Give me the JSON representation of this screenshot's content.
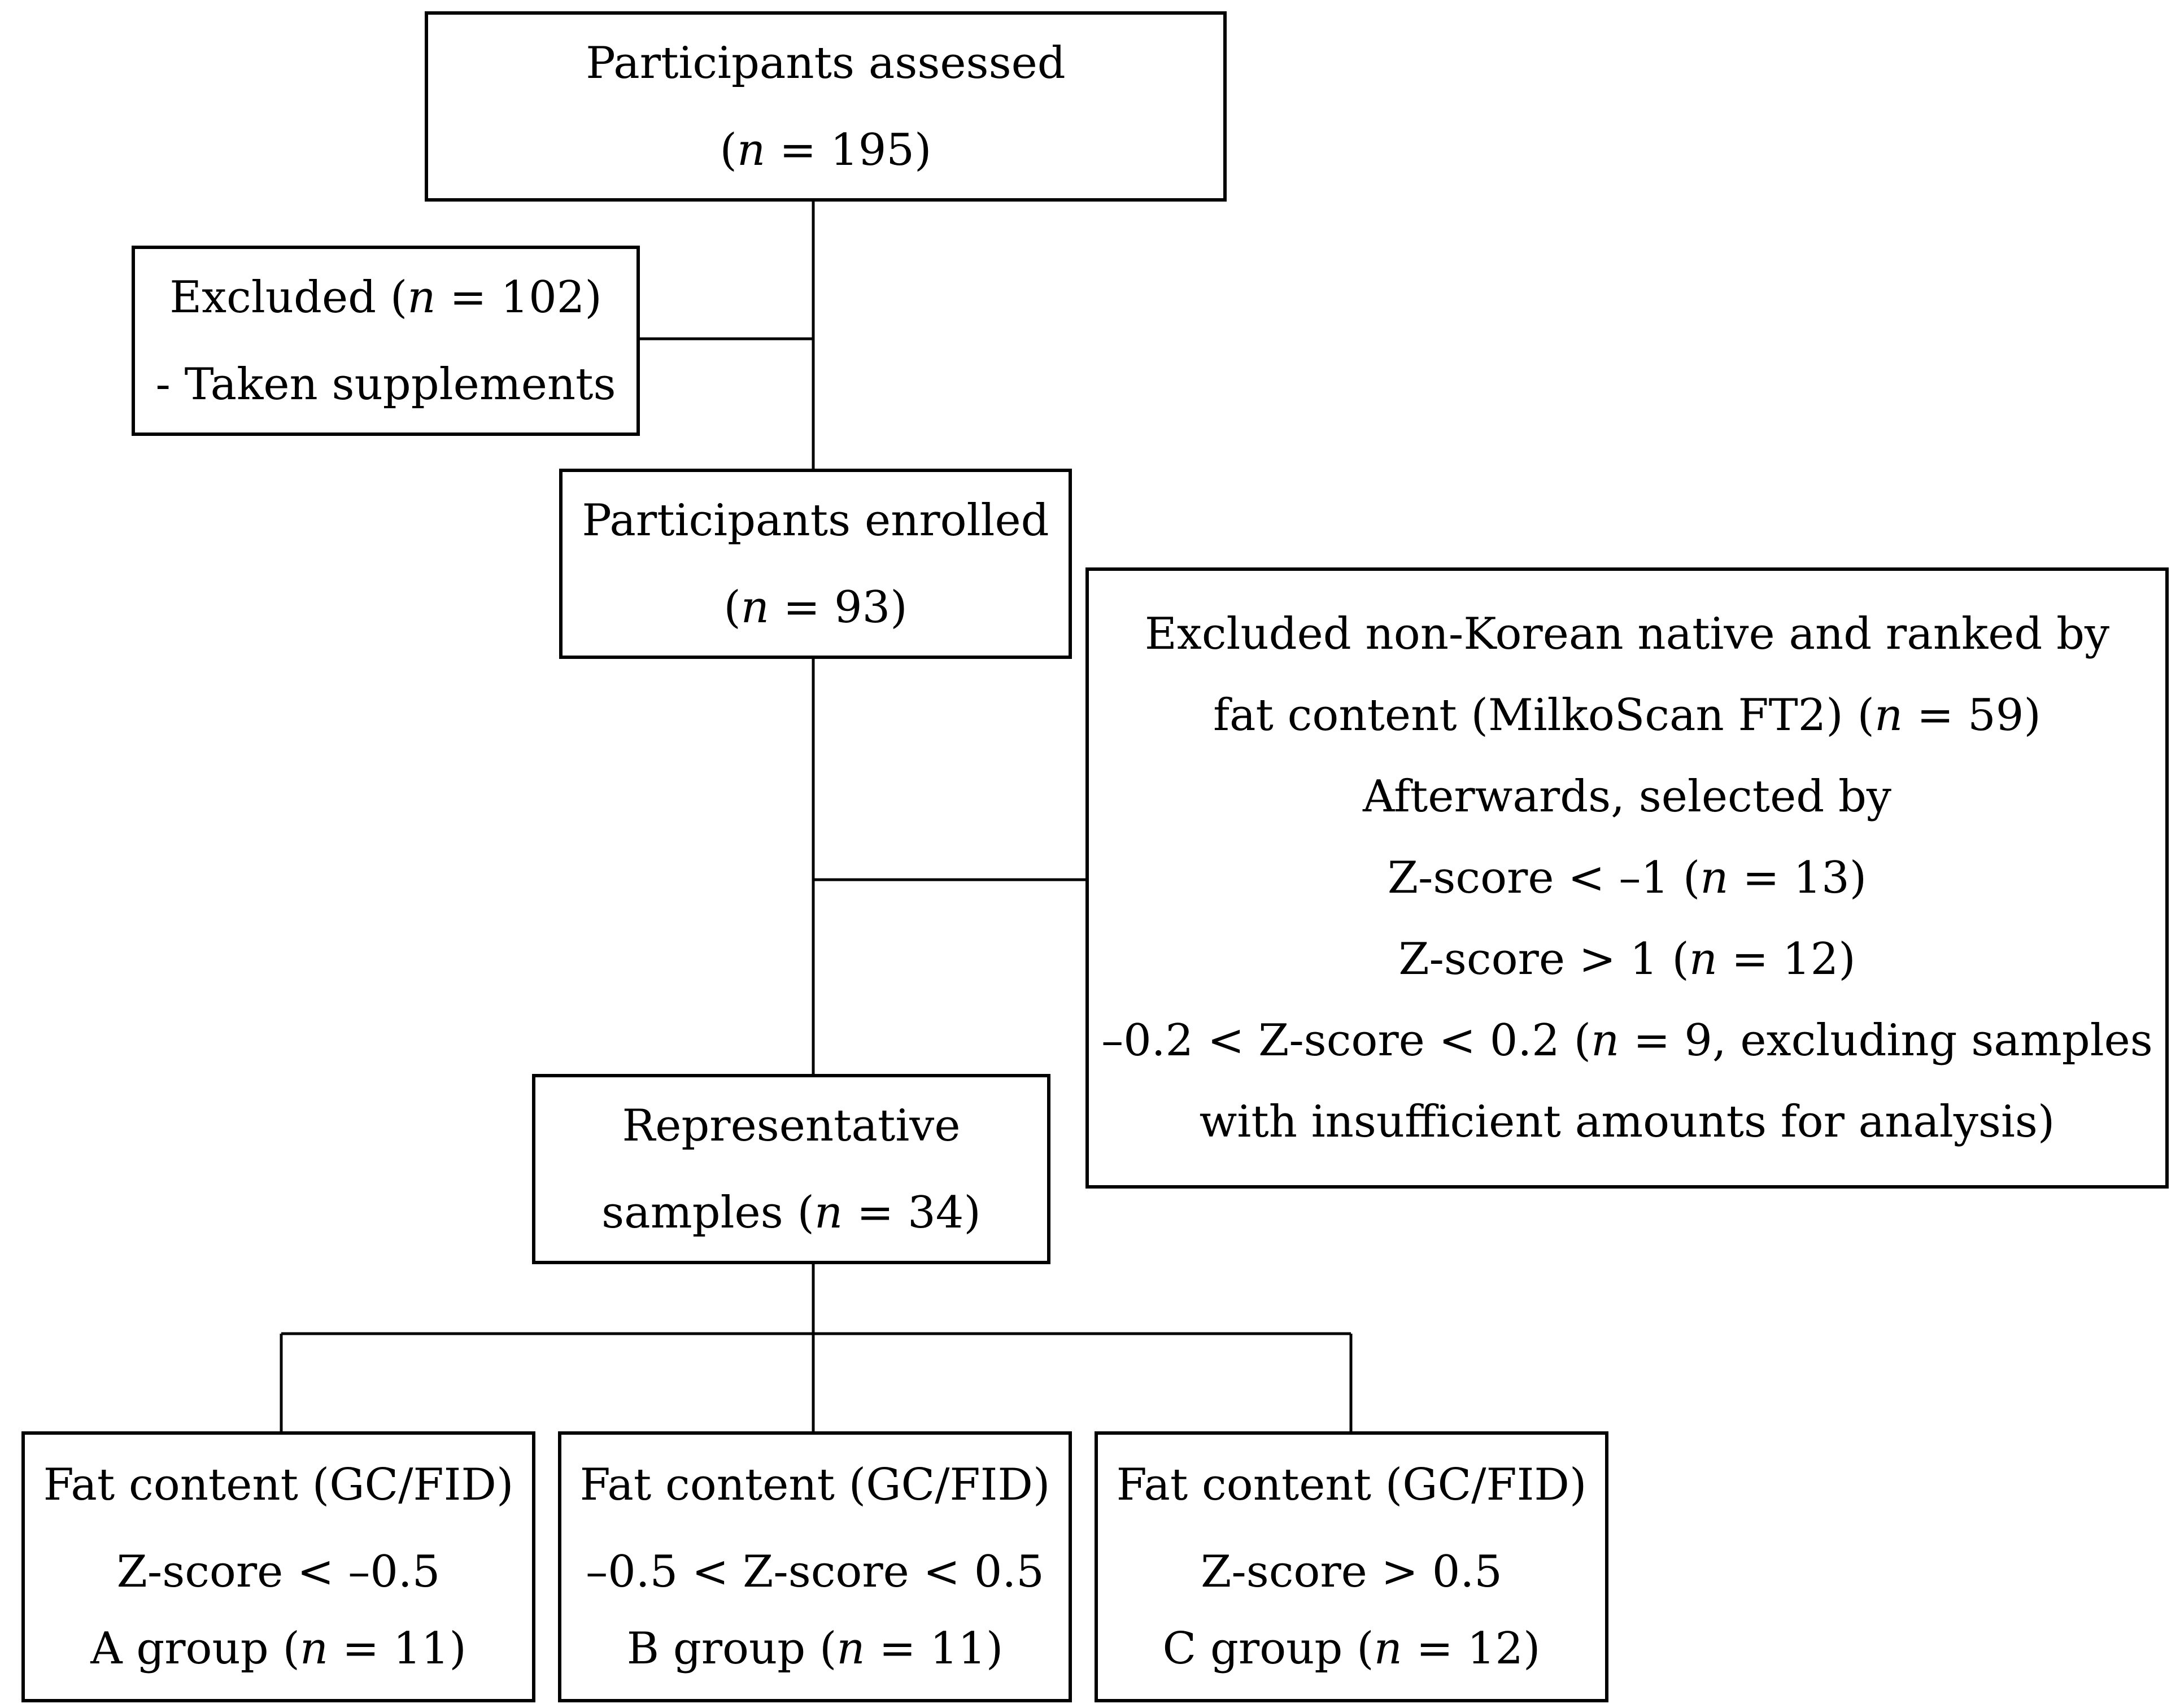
{
  "boxes": {
    "assessed": {
      "line1": "Participants assessed",
      "n_pre": "(",
      "n_var": "n",
      "n_post": " = 195)"
    },
    "excluded1": {
      "l1_pre": "Excluded (",
      "l1_var": "n",
      "l1_post": " = 102)",
      "line2": "- Taken supplements"
    },
    "enrolled": {
      "line1": "Participants enrolled",
      "n_pre": "(",
      "n_var": "n",
      "n_post": " = 93)"
    },
    "excluded2": {
      "line1": "Excluded non-Korean native and ranked by",
      "l2_pre": "fat content (MilkoScan FT2) (",
      "l2_var": "n",
      "l2_post": " = 59)",
      "line3": "Afterwards, selected by",
      "l4_pre": "Z-score < –1 (",
      "l4_var": "n",
      "l4_post": " = 13)",
      "l5_pre": "Z-score > 1 (",
      "l5_var": "n",
      "l5_post": " = 12)",
      "l6_pre": "–0.2 < Z-score < 0.2 (",
      "l6_var": "n",
      "l6_post": " = 9, excluding samples",
      "line7": "with insufficient amounts for analysis)"
    },
    "representative": {
      "line1": "Representative",
      "l2_pre": "samples (",
      "l2_var": "n",
      "l2_post": " = 34)"
    },
    "group_a": {
      "line1": "Fat content (GC/FID)",
      "line2": "Z-score < –0.5",
      "l3_pre": "A group (",
      "l3_var": "n",
      "l3_post": " = 11)"
    },
    "group_b": {
      "line1": "Fat content (GC/FID)",
      "line2": "–0.5 < Z-score < 0.5",
      "l3_pre": "B group (",
      "l3_var": "n",
      "l3_post": " = 11)"
    },
    "group_c": {
      "line1": "Fat content (GC/FID)",
      "line2": "Z-score > 0.5",
      "l3_pre": "C group (",
      "l3_var": "n",
      "l3_post": " = 12)"
    }
  },
  "colors": {
    "stroke": "#000000",
    "background": "#ffffff",
    "text": "#000000"
  }
}
